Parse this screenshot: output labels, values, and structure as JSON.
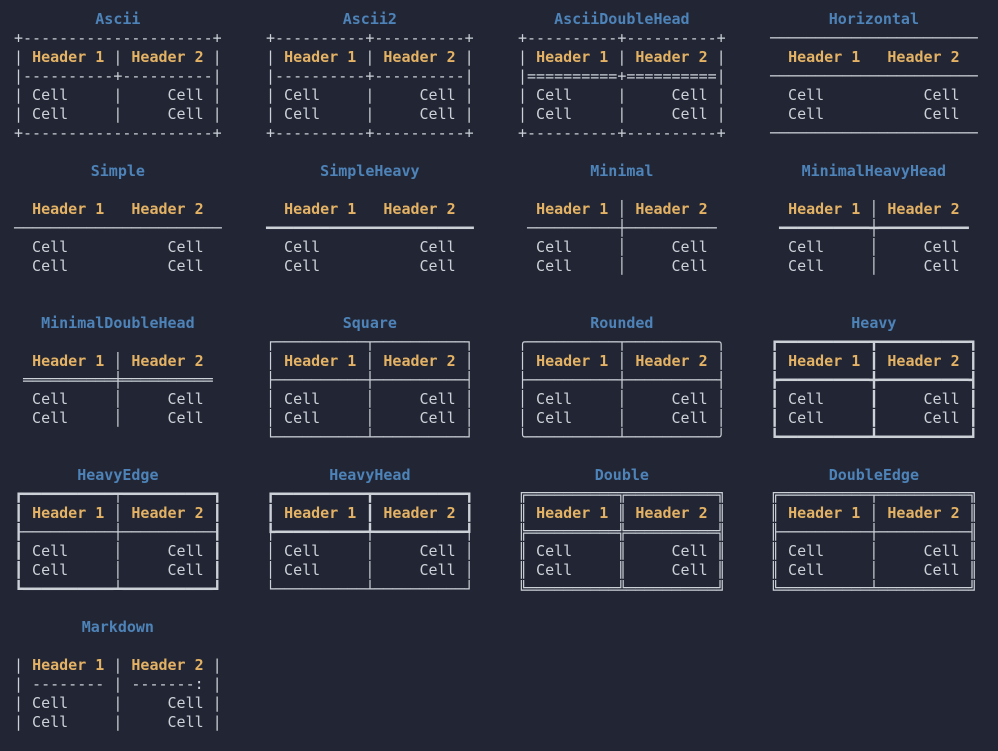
{
  "app": {
    "title": "Rich table box styles demo",
    "kind": "terminal output"
  },
  "palette": {
    "background": "#222634",
    "foreground": "#ccd1d8",
    "title_color": "#4d83b8",
    "header_color": "#e4b264"
  },
  "labels": {
    "header1": "Header 1",
    "header2": "Header 2",
    "cell": "Cell"
  },
  "tables": [
    {
      "title": "Ascii",
      "row": 0,
      "col": 0,
      "lines": [
        "+---------------------+",
        "| Header 1 | Header 2 |",
        "|----------+----------|",
        "| Cell     |     Cell |",
        "| Cell     |     Cell |",
        "+---------------------+"
      ]
    },
    {
      "title": "Ascii2",
      "row": 0,
      "col": 1,
      "lines": [
        "+----------+----------+",
        "| Header 1 | Header 2 |",
        "|----------+----------|",
        "| Cell     |     Cell |",
        "| Cell     |     Cell |",
        "+----------+----------+"
      ]
    },
    {
      "title": "AsciiDoubleHead",
      "row": 0,
      "col": 2,
      "lines": [
        "+----------+----------+",
        "| Header 1 | Header 2 |",
        "|==========+==========|",
        "| Cell     |     Cell |",
        "| Cell     |     Cell |",
        "+----------+----------+"
      ]
    },
    {
      "title": "Horizontal",
      "row": 0,
      "col": 3,
      "lines": [
        "───────────────────────",
        "  Header 1   Header 2  ",
        "───────────────────────",
        "  Cell           Cell  ",
        "  Cell           Cell  ",
        "───────────────────────"
      ]
    },
    {
      "title": "Simple",
      "row": 1,
      "col": 0,
      "lines": [
        "",
        "  Header 1   Header 2  ",
        "───────────────────────",
        "  Cell           Cell  ",
        "  Cell           Cell  ",
        ""
      ]
    },
    {
      "title": "SimpleHeavy",
      "row": 1,
      "col": 1,
      "lines": [
        "",
        "  Header 1   Header 2  ",
        "━━━━━━━━━━━━━━━━━━━━━━━",
        "  Cell           Cell  ",
        "  Cell           Cell  ",
        ""
      ]
    },
    {
      "title": "Minimal",
      "row": 1,
      "col": 2,
      "lines": [
        "",
        "  Header 1 │ Header 2  ",
        " ──────────┼────────── ",
        "  Cell     │     Cell  ",
        "  Cell     │     Cell  ",
        ""
      ]
    },
    {
      "title": "MinimalHeavyHead",
      "row": 1,
      "col": 3,
      "lines": [
        "",
        "  Header 1 │ Header 2  ",
        " ━━━━━━━━━━┿━━━━━━━━━━ ",
        "  Cell     │     Cell  ",
        "  Cell     │     Cell  ",
        ""
      ]
    },
    {
      "title": "MinimalDoubleHead",
      "row": 2,
      "col": 0,
      "lines": [
        "",
        "  Header 1 │ Header 2  ",
        " ══════════╪══════════ ",
        "  Cell     │     Cell  ",
        "  Cell     │     Cell  ",
        ""
      ]
    },
    {
      "title": "Square",
      "row": 2,
      "col": 1,
      "lines": [
        "┌──────────┬──────────┐",
        "│ Header 1 │ Header 2 │",
        "├──────────┼──────────┤",
        "│ Cell     │     Cell │",
        "│ Cell     │     Cell │",
        "└──────────┴──────────┘"
      ]
    },
    {
      "title": "Rounded",
      "row": 2,
      "col": 2,
      "lines": [
        "╭──────────┬──────────╮",
        "│ Header 1 │ Header 2 │",
        "├──────────┼──────────┤",
        "│ Cell     │     Cell │",
        "│ Cell     │     Cell │",
        "╰──────────┴──────────╯"
      ]
    },
    {
      "title": "Heavy",
      "row": 2,
      "col": 3,
      "lines": [
        "┏━━━━━━━━━━┳━━━━━━━━━━┓",
        "┃ Header 1 ┃ Header 2 ┃",
        "┣━━━━━━━━━━╋━━━━━━━━━━┫",
        "┃ Cell     ┃     Cell ┃",
        "┃ Cell     ┃     Cell ┃",
        "┗━━━━━━━━━━┻━━━━━━━━━━┛"
      ]
    },
    {
      "title": "HeavyEdge",
      "row": 3,
      "col": 0,
      "lines": [
        "┏━━━━━━━━━━┯━━━━━━━━━━┓",
        "┃ Header 1 │ Header 2 ┃",
        "┠──────────┼──────────┨",
        "┃ Cell     │     Cell ┃",
        "┃ Cell     │     Cell ┃",
        "┗━━━━━━━━━━┷━━━━━━━━━━┛"
      ]
    },
    {
      "title": "HeavyHead",
      "row": 3,
      "col": 1,
      "lines": [
        "┏━━━━━━━━━━┳━━━━━━━━━━┓",
        "┃ Header 1 ┃ Header 2 ┃",
        "┡━━━━━━━━━━╇━━━━━━━━━━┩",
        "│ Cell     │     Cell │",
        "│ Cell     │     Cell │",
        "└──────────┴──────────┘"
      ]
    },
    {
      "title": "Double",
      "row": 3,
      "col": 2,
      "lines": [
        "╔══════════╦══════════╗",
        "║ Header 1 ║ Header 2 ║",
        "╠══════════╬══════════╣",
        "║ Cell     ║     Cell ║",
        "║ Cell     ║     Cell ║",
        "╚══════════╩══════════╝"
      ]
    },
    {
      "title": "DoubleEdge",
      "row": 3,
      "col": 3,
      "lines": [
        "╔══════════╤══════════╗",
        "║ Header 1 │ Header 2 ║",
        "╟──────────┼──────────╢",
        "║ Cell     │     Cell ║",
        "║ Cell     │     Cell ║",
        "╚══════════╧══════════╝"
      ]
    },
    {
      "title": "Markdown",
      "row": 4,
      "col": 0,
      "lines": [
        "",
        "| Header 1 | Header 2 |",
        "| -------- | -------: |",
        "| Cell     |     Cell |",
        "| Cell     |     Cell |",
        ""
      ]
    }
  ]
}
